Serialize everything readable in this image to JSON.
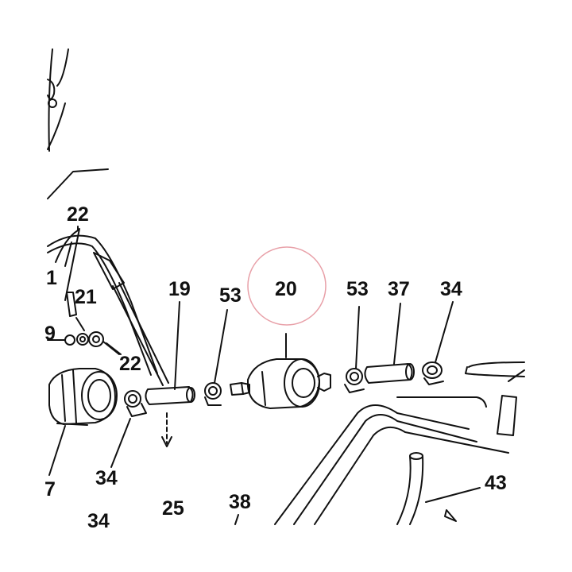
{
  "diagram": {
    "colors": {
      "ink": "#111111",
      "highlight": "#e8a0a8",
      "paper": "#ffffff"
    },
    "callouts": {
      "fuel_filter": "20",
      "hose_19": "19",
      "clamp_53_left": "53",
      "clamp_53_right": "53",
      "hose_37": "37",
      "clamp_34_right": "34",
      "clamp_34_left": "34",
      "clamp_34_bottom": "34",
      "washer_22_top": "22",
      "washer_22_bottom": "22",
      "washer_21": "21",
      "part_25": "25",
      "part_38": "38",
      "tube_43": "43",
      "edge_7": "7",
      "edge_9": "9",
      "edge_1": "1"
    }
  }
}
